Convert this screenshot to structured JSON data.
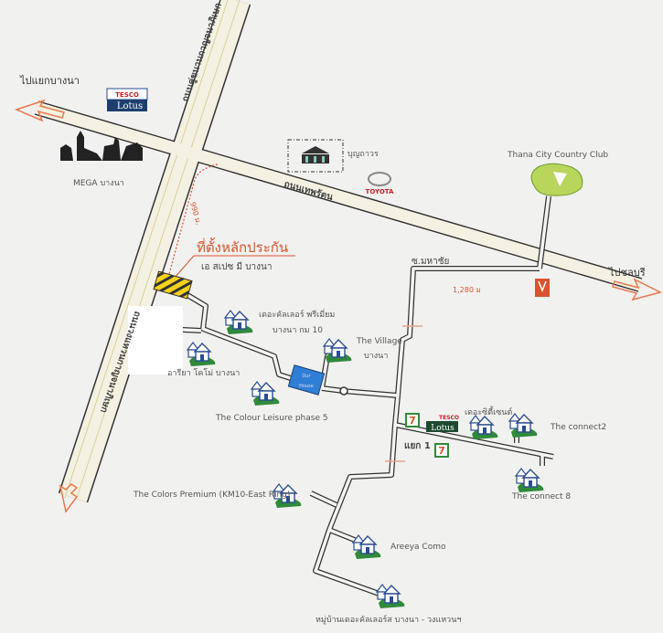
{
  "directions": {
    "to_bangna": "ไปแยกบางนา",
    "to_chonburi": "ไปชลบุรี"
  },
  "roads": {
    "thepharat": "ถนนเทพรัตน",
    "kanchanaphisek_parallel": "ถนนคู่ขนานกาญจนาภิเษก",
    "kanchanaphisek_ring": "ถนนวงแหวนกาญจนาภิเษก",
    "soi_mahachai": "ซ.มหาชัย",
    "junction_1": "แยก 1"
  },
  "distances": {
    "to_site": "990 ม.",
    "to_soi": "1,280 ม"
  },
  "site": {
    "title": "ที่ตั้งหลักประกัน",
    "name": "เอ สเปซ มี บางนา"
  },
  "landmarks": {
    "tesco_brand": "TESCO",
    "lotus_brand": "Lotus",
    "mega": "MEGA บางนา",
    "boonthavorn": "บุญถาวร",
    "toyota": "TOYOTA",
    "thana_city": "Thana City Country Club",
    "our_house_line1": "Our",
    "our_house_line2": "House",
    "seven_eleven": "7"
  },
  "villages": [
    {
      "label": "เดอะคัลเลอร์ พรีเมี่ยม",
      "sub": "บางนา กม 10"
    },
    {
      "label": "อารียา โคโม่ บางนา"
    },
    {
      "label": "The Village",
      "sub": "บางนา"
    },
    {
      "label": "The Colour Leisure phase 5"
    },
    {
      "label": "เดอะซิตี้เซนต์"
    },
    {
      "label": "The connect2"
    },
    {
      "label": "The connect 8"
    },
    {
      "label": "The Colors Premium (KM10-East Ring)"
    },
    {
      "label": "Areeya Como"
    },
    {
      "label": "หมู่บ้านเดอะคัลเลอร์ส บางนา - วงแหวนฯ"
    }
  ],
  "colors": {
    "accent_red": "#d9532c",
    "arrow": "#e8784f",
    "green": "#2f8a3a",
    "blue": "#2f7fd6"
  }
}
